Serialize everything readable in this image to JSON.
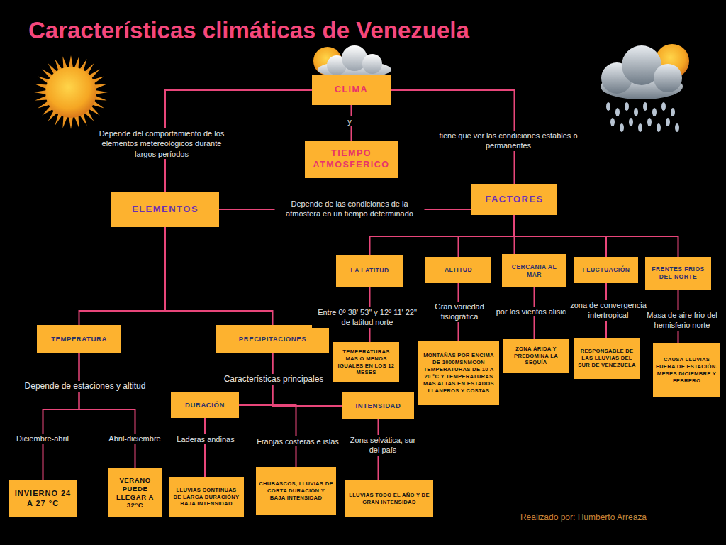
{
  "diagram": {
    "title": "Características climáticas de Venezuela",
    "nodes": [
      {
        "text": [
          "CLIMA"
        ]
      },
      {
        "text": [
          "TIEMPO ATMOSFERICO"
        ]
      },
      {
        "text": [
          "ELEMENTOS"
        ]
      },
      {
        "text": [
          "FACTORES"
        ]
      },
      {
        "text": [
          "LA LATITUD"
        ]
      },
      {
        "text": [
          "ALTITUD"
        ]
      },
      {
        "text": [
          "CERCANIA AL MAR"
        ]
      },
      {
        "text": [
          "FLUCTUACIÓN"
        ]
      },
      {
        "text": [
          "FRENTES FRIOS DEL NORTE"
        ]
      },
      {
        "text": [
          "TEMPERATURA"
        ]
      },
      {
        "text": [
          "PRECIPITACIONES"
        ]
      },
      {
        "text": [
          "TEMPERATURAS MAS O MENOS IGUALES EN LOS 12 MESES"
        ]
      },
      {
        "text": [
          "MONTAÑAS POR ENCIMA DE 1000MSNMCON TEMPERATURAS DE 10 A 20 °C Y TEMPERATURAS MAS ALTAS EN ESTADOS LLANEROS Y COSTAS"
        ]
      },
      {
        "text": [
          "ZONA ÁRIDA Y PREDOMINA LA SEQUÍA"
        ]
      },
      {
        "text": [
          "RESPONSABLE DE LAS LLUVIAS DEL SUR DE VENEZUELA"
        ]
      },
      {
        "text": [
          "CAUSA LLUVIAS FUERA DE ESTACIÓN. MESES DICIEMBRE Y FEBRERO"
        ]
      },
      {
        "text": [
          "DURACIÓN"
        ]
      },
      {
        "text": [
          "INTENSIDAD"
        ]
      },
      {
        "text": [
          "INVIERNO 24 A 27 °C"
        ]
      },
      {
        "text": [
          "VERANO PUEDE LLEGAR A 32°C"
        ]
      },
      {
        "text": [
          "LLUVIAS CONTINUAS DE LARGA DURACIÓNY BAJA INTENSIDAD"
        ]
      },
      {
        "text": [
          "CHUBASCOS, LLUVIAS DE CORTA DURACIÓN Y BAJA INTENSIDAD"
        ]
      },
      {
        "text": [
          "LLUVIAS TODO EL AÑO Y DE GRAN INTENSIDAD"
        ]
      }
    ],
    "edges": [
      {
        "from": 0,
        "to": 1,
        "label": "y",
        "arrow": "none"
      },
      {
        "from": 0,
        "to": 2,
        "label": "Depende del comportamiento de los elementos metereológicos durante largos períodos",
        "arrow": "none"
      },
      {
        "from": 0,
        "to": 3,
        "label": "tiene que ver las condiciones estables o permanentes",
        "arrow": "none"
      },
      {
        "from": 2,
        "to": 3,
        "label": "Depende de las condiciones de la atmosfera en un tiempo determinado",
        "arrow": "none"
      },
      {
        "from": 3,
        "to": 4,
        "arrow": "none"
      },
      {
        "from": 3,
        "to": 5,
        "arrow": "none"
      },
      {
        "from": 3,
        "to": 6,
        "arrow": "none"
      },
      {
        "from": 3,
        "to": 7,
        "arrow": "none"
      },
      {
        "from": 3,
        "to": 8,
        "arrow": "none"
      },
      {
        "from": 4,
        "to": 11,
        "label": "Entre 0º 38' 53\" y 12º 11' 22\" de latitud norte",
        "arrow": "none"
      },
      {
        "from": 5,
        "to": 12,
        "label": "Gran variedad fisiográfica",
        "arrow": "none"
      },
      {
        "from": 6,
        "to": 13,
        "label": "por los vientos alisios",
        "arrow": "none"
      },
      {
        "from": 7,
        "to": 14,
        "label": "zona de convergencia intertropical",
        "arrow": "none"
      },
      {
        "from": 8,
        "to": 15,
        "label": "Masa de aire frio del hemisferio norte",
        "arrow": "none"
      },
      {
        "from": 2,
        "to": 9,
        "arrow": "none"
      },
      {
        "from": 2,
        "to": 10,
        "arrow": "none"
      },
      {
        "from": 9,
        "to": 18,
        "label": "Diciembre-abril",
        "arrow": "none"
      },
      {
        "from": 9,
        "to": 19,
        "label": "Abril-diciembre",
        "arrow": "none"
      },
      {
        "from": 10,
        "to": 16,
        "arrow": "none"
      },
      {
        "from": 10,
        "to": 17,
        "arrow": "none"
      },
      {
        "from": 16,
        "to": 20,
        "label": "Laderas andinas",
        "arrow": "none"
      },
      {
        "from": 16,
        "to": 21,
        "label": "Franjas costeras e islas",
        "arrow": "none"
      },
      {
        "from": 17,
        "to": 22,
        "label": "Zona selvática, sur del país",
        "arrow": "none"
      }
    ],
    "labels": [
      "Depende de estaciones y altitud",
      "Características principales",
      "Realizado por: Humberto Arreaza"
    ]
  }
}
